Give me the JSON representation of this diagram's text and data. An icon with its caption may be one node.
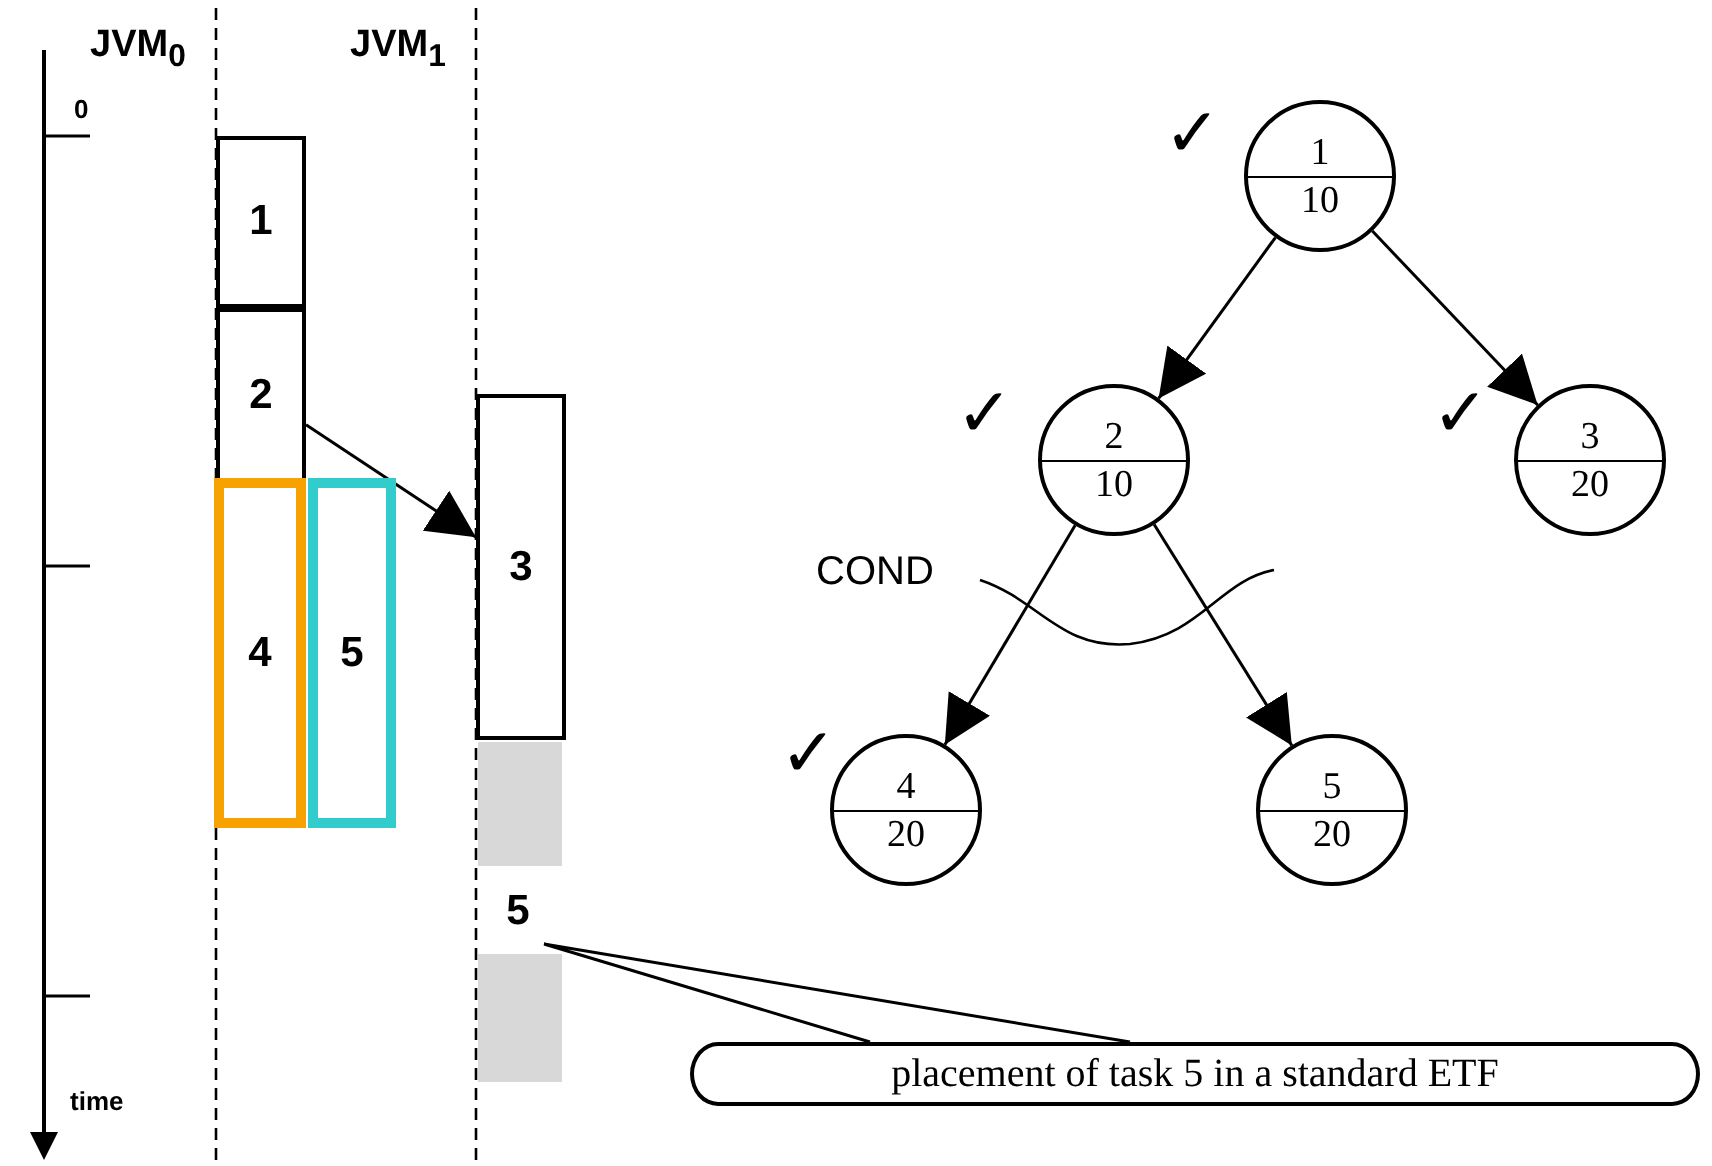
{
  "diagram": {
    "nodes": [
      {
        "text": [
          "1"
        ]
      },
      {
        "text": [
          "2"
        ]
      },
      {
        "text": [
          "4"
        ]
      },
      {
        "text": [
          "5"
        ]
      },
      {
        "text": [
          "3"
        ]
      },
      {
        "text": [],
        "shape": "box"
      },
      {
        "text": [
          "5"
        ]
      },
      {
        "text": [],
        "shape": "box"
      },
      {
        "text": [
          "placement of task 5 in a standard ETF"
        ]
      },
      {
        "text": [
          "1",
          "10"
        ],
        "beside": [
          "✓"
        ]
      },
      {
        "text": [
          "2",
          "10"
        ],
        "beside": [
          "✓"
        ]
      },
      {
        "text": [
          "3",
          "20"
        ],
        "beside": [
          "✓"
        ]
      },
      {
        "text": [
          "4",
          "20"
        ],
        "beside": [
          "✓"
        ]
      },
      {
        "text": [
          "5",
          "20"
        ]
      }
    ],
    "edges": [
      {
        "from": 1,
        "to": 4,
        "arrow": "to"
      },
      {
        "from": 8,
        "to": 6,
        "arrow": "none"
      },
      {
        "from": 9,
        "to": 10,
        "arrow": "to"
      },
      {
        "from": 9,
        "to": 11,
        "arrow": "to"
      },
      {
        "from": 10,
        "to": 12,
        "arrow": "to"
      },
      {
        "from": 10,
        "to": 13,
        "arrow": "to"
      }
    ],
    "labels": [
      "JVM$_{0}$",
      "JVM$_{1}$",
      "0",
      "COND",
      "time"
    ]
  }
}
